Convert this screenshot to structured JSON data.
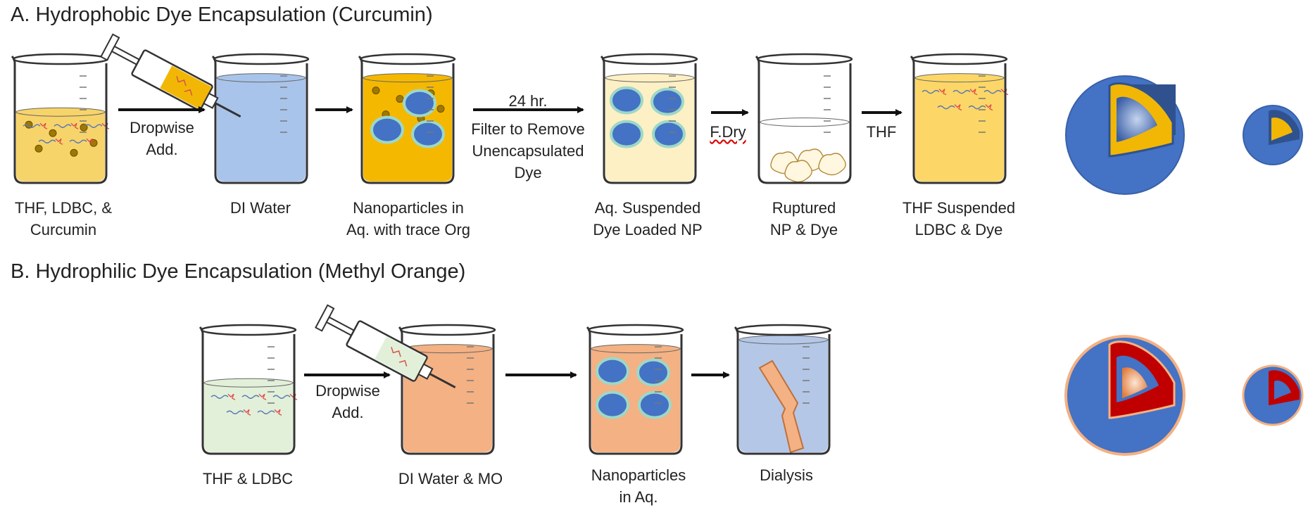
{
  "section_a": {
    "title": "A. Hydrophobic Dye Encapsulation (Curcumin)",
    "beakers": [
      {
        "id": "a1",
        "label_lines": [
          "THF, LDBC, &",
          "Curcumin"
        ],
        "liquid": "#f7d46a",
        "level": 0.56,
        "contents": "dye-and-spots"
      },
      {
        "id": "a2",
        "label_lines": [
          "DI Water"
        ],
        "liquid": "#a9c4ea",
        "level": 0.83,
        "contents": "none"
      },
      {
        "id": "a3",
        "label_lines": [
          "Nanoparticles in",
          "Aq. with trace Org"
        ],
        "liquid": "#f5b800",
        "level": 0.83,
        "contents": "np-and-spots"
      },
      {
        "id": "a4",
        "label_lines": [
          "Aq. Suspended",
          "Dye Loaded NP"
        ],
        "liquid": "#fdf0c4",
        "level": 0.83,
        "contents": "np-plain"
      },
      {
        "id": "a5",
        "label_lines": [
          "Ruptured",
          "NP & Dye"
        ],
        "liquid": "#ffffff",
        "level": 0.48,
        "contents": "ruptured"
      },
      {
        "id": "a6",
        "label_lines": [
          "THF Suspended",
          "LDBC & Dye"
        ],
        "liquid": "#fcd767",
        "level": 0.83,
        "contents": "dye"
      }
    ],
    "arrows": [
      {
        "id": "a-arrow-1",
        "label_lines": [
          "Dropwise",
          "Add."
        ]
      },
      {
        "id": "a-arrow-2",
        "label_lines": []
      },
      {
        "id": "a-arrow-3",
        "label_lines": [
          "Filter to Remove",
          "Unencapsulated",
          "Dye"
        ],
        "top_label": "24 hr."
      },
      {
        "id": "a-arrow-4",
        "label_lines": [],
        "top_label": "F.Dry"
      },
      {
        "id": "a-arrow-5",
        "label_lines": [],
        "top_label": "THF"
      }
    ],
    "particle_colors": {
      "shell": "#4472c4",
      "mid": "#f2b705",
      "core": "#3a5fa6"
    }
  },
  "section_b": {
    "title": "B. Hydrophilic Dye Encapsulation (Methyl Orange)",
    "beakers": [
      {
        "id": "b1",
        "label_lines": [
          "THF & LDBC"
        ],
        "liquid": "#e2f0d9",
        "level": 0.56,
        "contents": "dye-green"
      },
      {
        "id": "b2",
        "label_lines": [
          "DI Water & MO"
        ],
        "liquid": "#f4b183",
        "level": 0.83,
        "contents": "none"
      },
      {
        "id": "b3",
        "label_lines": [
          "Nanoparticles",
          "in Aq."
        ],
        "liquid": "#f4b183",
        "level": 0.83,
        "contents": "np-plain"
      },
      {
        "id": "b4",
        "label_lines": [
          "Dialysis"
        ],
        "liquid": "#b4c7e7",
        "level": 0.9,
        "contents": "dialysis"
      }
    ],
    "arrows": [
      {
        "id": "b-arrow-1",
        "label_lines": [
          "Dropwise",
          "Add."
        ]
      },
      {
        "id": "b-arrow-2",
        "label_lines": []
      },
      {
        "id": "b-arrow-3",
        "label_lines": []
      }
    ],
    "particle_colors": {
      "shell": "#4472c4",
      "mid": "#c00000",
      "core": "#f4b183",
      "outline": "#f4b183"
    }
  }
}
